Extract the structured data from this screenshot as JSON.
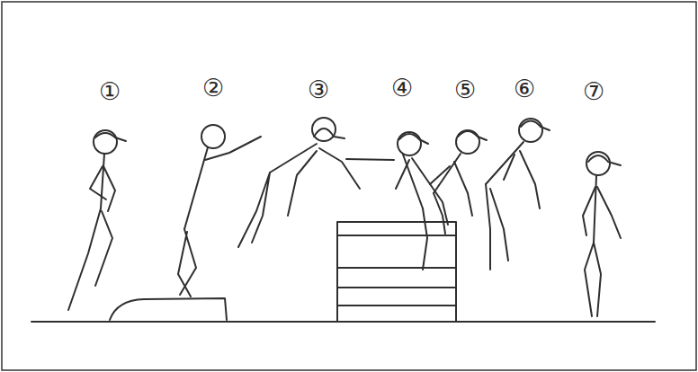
{
  "diagram": {
    "labels": [
      "①",
      "②",
      "③",
      "④",
      "⑤",
      "⑥",
      "⑦"
    ]
  }
}
